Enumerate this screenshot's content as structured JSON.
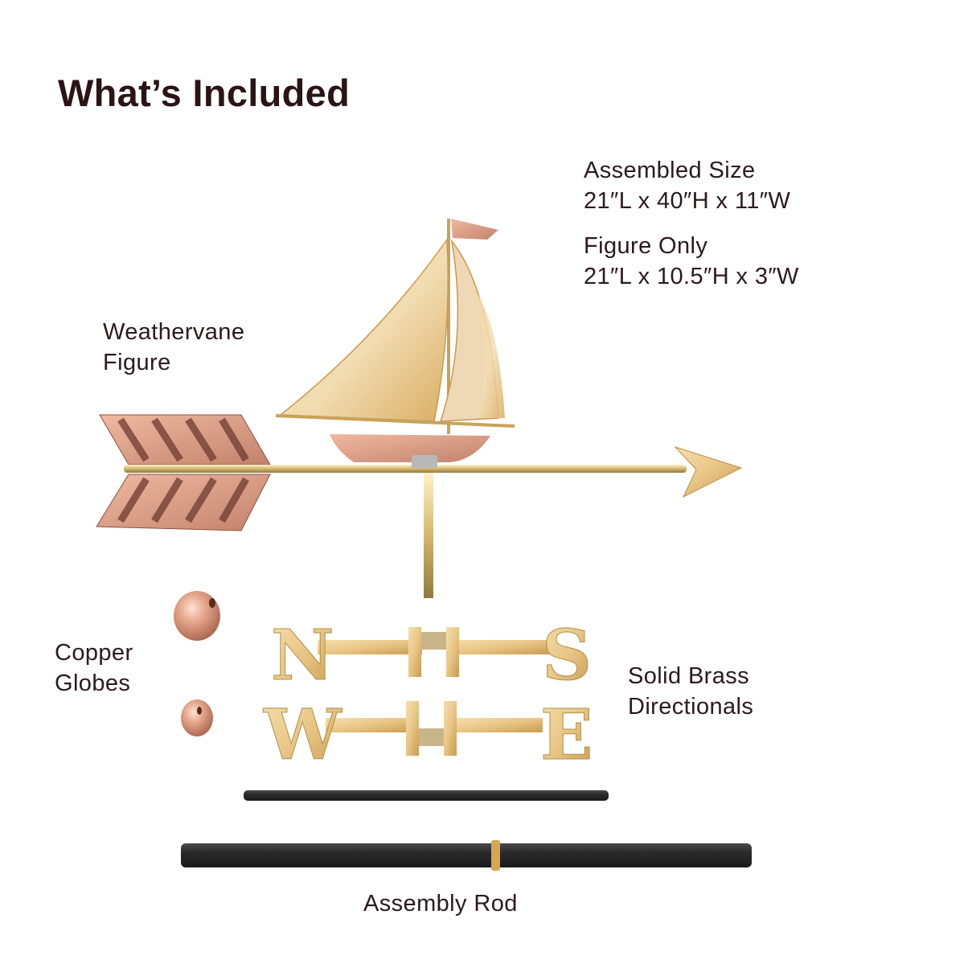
{
  "title": "What’s Included",
  "specs": {
    "assembled": {
      "label": "Assembled Size",
      "value": "21″L x 40″H x 11″W"
    },
    "figure": {
      "label": "Figure Only",
      "value": "21″L x 10.5″H x 3″W"
    }
  },
  "components": [
    {
      "name": "weathervane-figure",
      "lines": [
        "Weathervane",
        "Figure"
      ]
    },
    {
      "name": "copper-globes",
      "lines": [
        "Copper",
        "Globes"
      ]
    },
    {
      "name": "solid-brass-directionals",
      "lines": [
        "Solid Brass",
        "Directionals"
      ]
    },
    {
      "name": "assembly-rod",
      "lines": [
        "Assembly Rod"
      ]
    }
  ],
  "directionals": {
    "row1": [
      "N",
      "S"
    ],
    "row2": [
      "W",
      "E"
    ]
  },
  "colors": {
    "title": "#2b1416",
    "text": "#2b1a1c",
    "brass": "#e9c989",
    "copper": "#d89a82",
    "rod": "#2a2a2a"
  }
}
